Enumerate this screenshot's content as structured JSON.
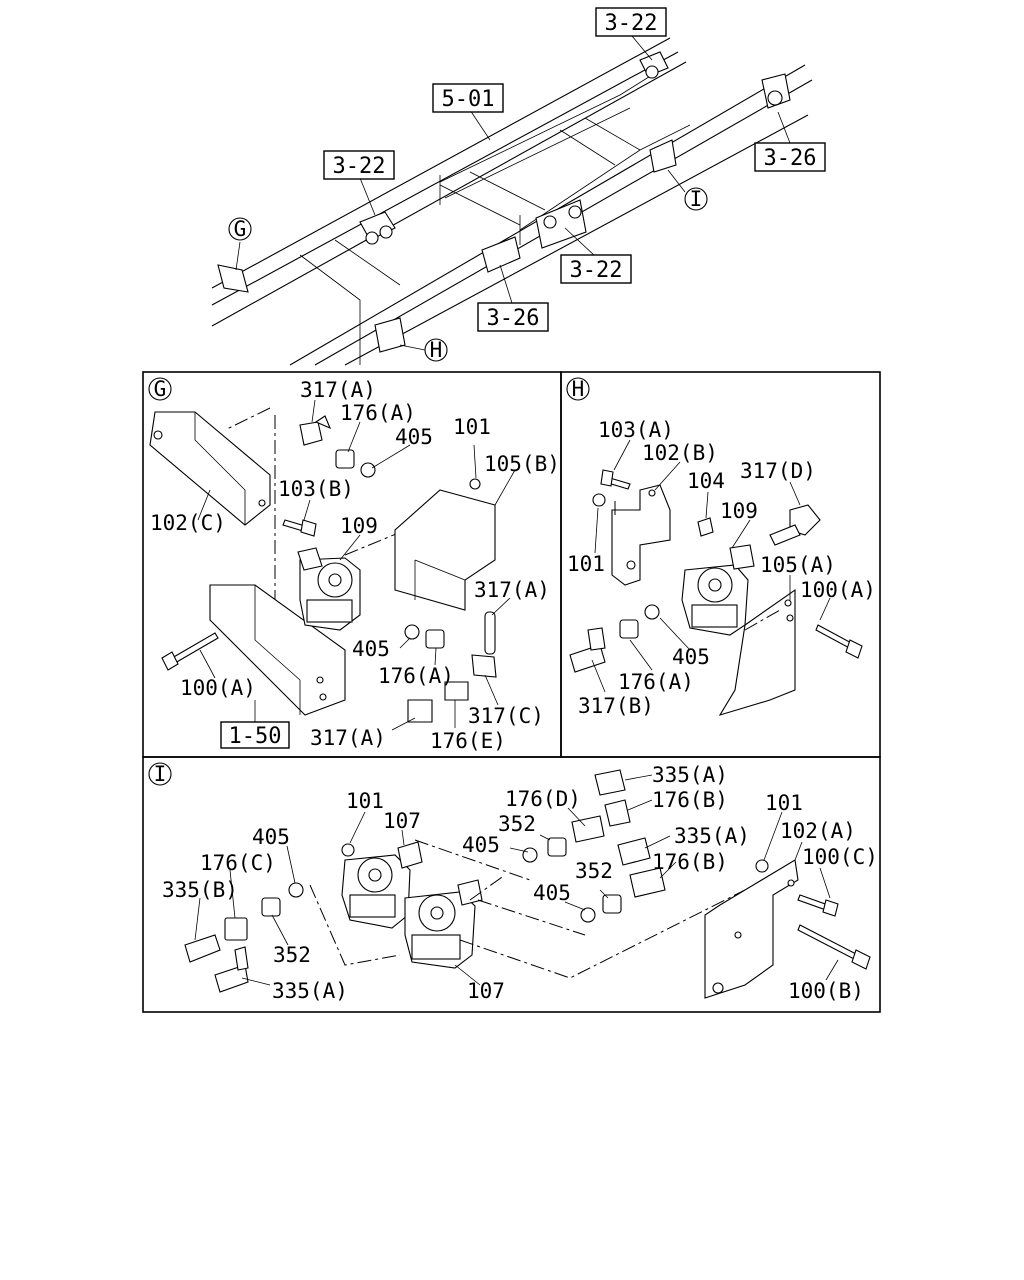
{
  "overview": {
    "ref_boxes": [
      "3-22",
      "5-01",
      "3-22",
      "3-26",
      "3-22",
      "3-26"
    ],
    "circle_markers": [
      "G",
      "I",
      "H"
    ]
  },
  "panel_g": {
    "marker": "G",
    "labels": [
      "317(A)",
      "176(A)",
      "405",
      "101",
      "105(B)",
      "103(B)",
      "102(C)",
      "109",
      "317(A)",
      "405",
      "176(A)",
      "100(A)",
      "317(C)",
      "317(A)",
      "176(E)"
    ],
    "ref_box": "1-50"
  },
  "panel_h": {
    "marker": "H",
    "labels": [
      "103(A)",
      "102(B)",
      "104",
      "317(D)",
      "109",
      "101",
      "105(A)",
      "100(A)",
      "405",
      "176(A)",
      "317(B)"
    ]
  },
  "panel_i": {
    "marker": "I",
    "labels": [
      "335(A)",
      "176(D)",
      "176(B)",
      "101",
      "107",
      "405",
      "352",
      "335(A)",
      "101",
      "102(A)",
      "405",
      "176(B)",
      "100(C)",
      "176(C)",
      "352",
      "405",
      "335(B)",
      "352",
      "335(A)",
      "107",
      "100(B)"
    ]
  }
}
